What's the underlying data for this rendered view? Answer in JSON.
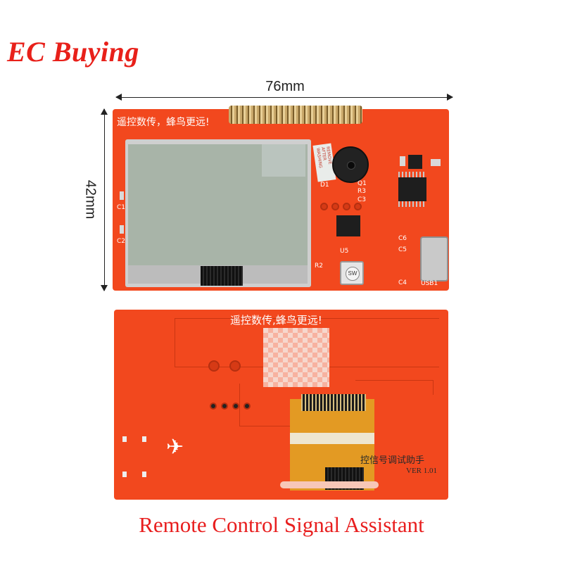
{
  "brand": {
    "logo_text": "EC Buying",
    "color": "#e8201a"
  },
  "dimensions": {
    "width_label": "76mm",
    "height_label": "42mm"
  },
  "front_board": {
    "title": "遥控数传，蜂鸟更远!",
    "silk_labels": [
      "C1",
      "C2",
      "R2",
      "D1",
      "Q1",
      "R3",
      "C3",
      "U5",
      "SW",
      "C6",
      "C5",
      "C4",
      "USB1"
    ],
    "sticker_text": "REMOVE AFTER WASHING"
  },
  "back_board": {
    "title": "遥控数传,蜂鸟更远!",
    "subtitle": "控信号调试助手",
    "version": "VER 1.01"
  },
  "caption": "Remote Control Signal Assistant",
  "colors": {
    "pcb": "#f2481e",
    "caption": "#e81e1e"
  }
}
